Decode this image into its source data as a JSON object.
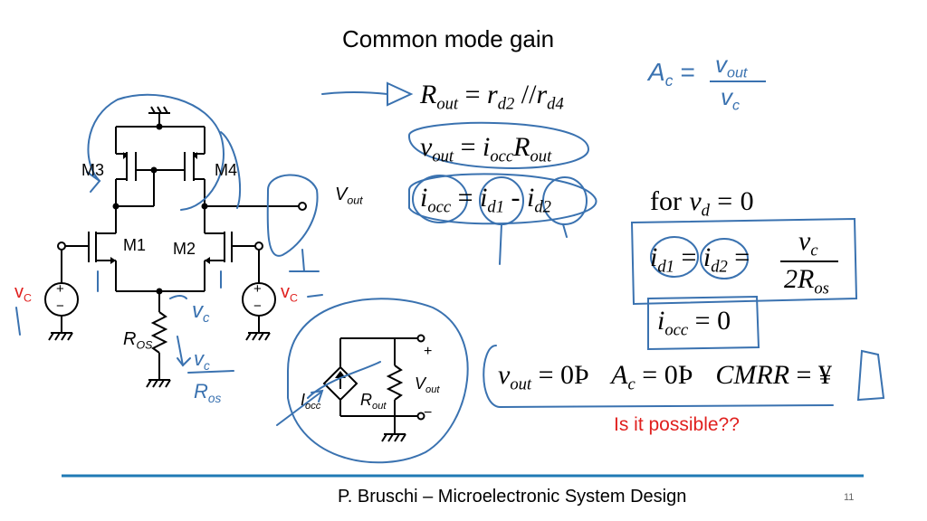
{
  "slide": {
    "title": "Common mode gain",
    "footer": "P. Bruschi – Microelectronic System Design",
    "page_number": "11",
    "question": "Is it possible??"
  },
  "circuit": {
    "m3": "M3",
    "m4": "M4",
    "m1": "M1",
    "m2": "M2",
    "vout_v": "V",
    "vout_sub": "out",
    "vc_left": "v",
    "vc_left_sub": "C",
    "vc_right": "v",
    "vc_right_sub": "C",
    "plus": "+",
    "minus": "−",
    "ros_r": "R",
    "ros_sub": "OS"
  },
  "small_circuit": {
    "plus": "+",
    "minus": "−",
    "vout_v": "V",
    "vout_sub": "out",
    "iocc_i": "I",
    "iocc_sub": "occ",
    "rout_r": "R",
    "rout_sub": "out"
  },
  "equations": {
    "rout": {
      "lhs": "R",
      "lhs_sub": "out",
      "eq": "=",
      "r1": "r",
      "r1_sub": "d2",
      "par": "//",
      "r2": "r",
      "r2_sub": "d4"
    },
    "vout": {
      "lhs": "v",
      "lhs_sub": "out",
      "eq": "=",
      "i": "i",
      "i_sub": "occ",
      "r": "R",
      "r_sub": "out"
    },
    "iocc": {
      "lhs": "i",
      "lhs_sub": "occ",
      "eq": "=",
      "a": "i",
      "a_sub": "d1",
      "minus": "-",
      "b": "i",
      "b_sub": "d2"
    },
    "condition": {
      "for": "for",
      "v": "v",
      "v_sub": "d",
      "eq": "=",
      "zero": "0"
    },
    "id": {
      "a": "i",
      "a_sub": "d1",
      "eq1": "=",
      "b": "i",
      "b_sub": "d2",
      "eq2": "=",
      "num": "v",
      "num_sub": "c",
      "den": "2R",
      "den_sub": "os"
    },
    "iocc_zero": {
      "i": "i",
      "i_sub": "occ",
      "eq": "=",
      "zero": "0"
    },
    "result": {
      "v": "v",
      "v_sub": "out",
      "eq1": "=",
      "zero1": "0",
      "arrow1": "Þ",
      "a": "A",
      "a_sub": "c",
      "eq2": "=",
      "zero2": "0",
      "arrow2": "Þ",
      "cmrr": "CMRR",
      "eq3": "=",
      "inf": "¥"
    }
  },
  "handwritten": {
    "ac_a": "A",
    "ac_sub": "c",
    "ac_eq": "=",
    "ac_num": "v",
    "ac_num_sub": "out",
    "ac_den": "v",
    "ac_den_sub": "c",
    "vc_note": "v",
    "vc_note_sub": "c",
    "ros_note_num": "v",
    "ros_note_num_sub": "c",
    "ros_note_den": "R",
    "ros_note_den_sub": "os"
  },
  "colors": {
    "ink_blue": "#3a72b0",
    "footer_line": "#1f7ab5",
    "question_red": "#e0201e",
    "vc_red": "#e0201e"
  }
}
